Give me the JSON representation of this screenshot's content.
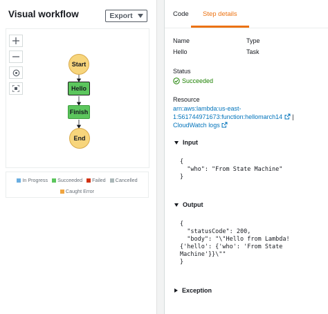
{
  "workflow": {
    "title": "Visual workflow",
    "export_label": "Export",
    "nodes": {
      "start": "Start",
      "hello": "Hello",
      "finish": "Finish",
      "end": "End"
    },
    "legend": {
      "in_progress": "In Progress",
      "succeeded": "Succeeded",
      "failed": "Failed",
      "cancelled": "Cancelled",
      "caught_error": "Caught Error"
    },
    "colors": {
      "in_progress": "#6aaee1",
      "succeeded": "#5cc65d",
      "failed": "#d13212",
      "cancelled": "#aab7b8",
      "caught_error": "#f0a540"
    }
  },
  "details": {
    "tabs": {
      "code": "Code",
      "step_details": "Step details"
    },
    "name_label": "Name",
    "name_value": "Hello",
    "type_label": "Type",
    "type_value": "Task",
    "status_label": "Status",
    "status_value": "Succeeded",
    "resource_label": "Resource",
    "resource_line1": "arn:aws:lambda:us-east-",
    "resource_line2": "1:561744971673:function:hellomarch14",
    "resource_sep": "|",
    "cloudwatch_link": "CloudWatch logs",
    "input_label": "Input",
    "input_code": "{\n  \"who\": \"From State Machine\"\n}",
    "output_label": "Output",
    "output_code": "{\n  \"statusCode\": 200,\n  \"body\": \"\\\"Hello from Lambda!\n{'hello': {'who': 'From State\nMachine'}}\\\"\"\n}",
    "exception_label": "Exception"
  }
}
